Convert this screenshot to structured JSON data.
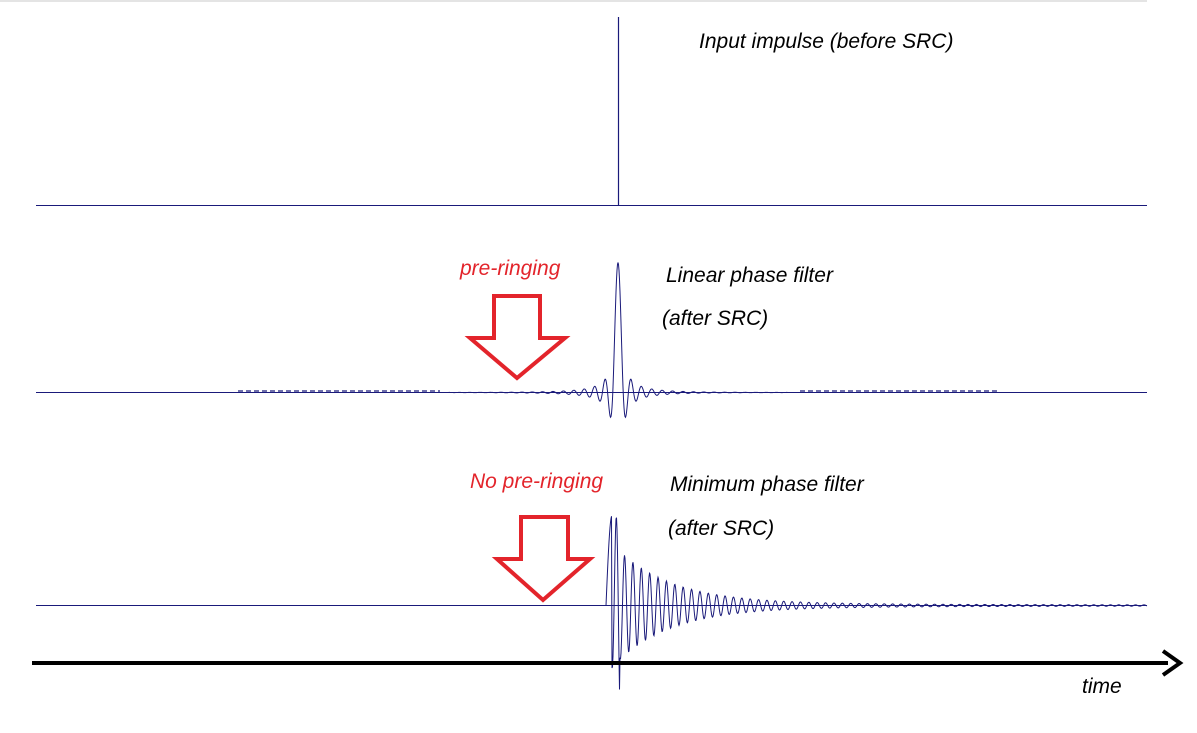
{
  "labels": {
    "input": "Input impulse (before SRC)",
    "linear_line1": "Linear phase filter",
    "linear_line2": "(after SRC)",
    "minimum_line1": "Minimum phase filter",
    "minimum_line2": "(after SRC)",
    "pre_ringing": "pre-ringing",
    "no_pre_ringing": "No pre-ringing",
    "time_axis": "time"
  },
  "colors": {
    "signal": "#1a1a7a",
    "annotation": "#e3242b",
    "axis": "#000000",
    "top_border": "#c8c8c8"
  },
  "traces": [
    {
      "name": "Input impulse",
      "kind": "impulse"
    },
    {
      "name": "Linear phase filter",
      "kind": "linear-phase"
    },
    {
      "name": "Minimum phase filter",
      "kind": "minimum-phase"
    }
  ]
}
